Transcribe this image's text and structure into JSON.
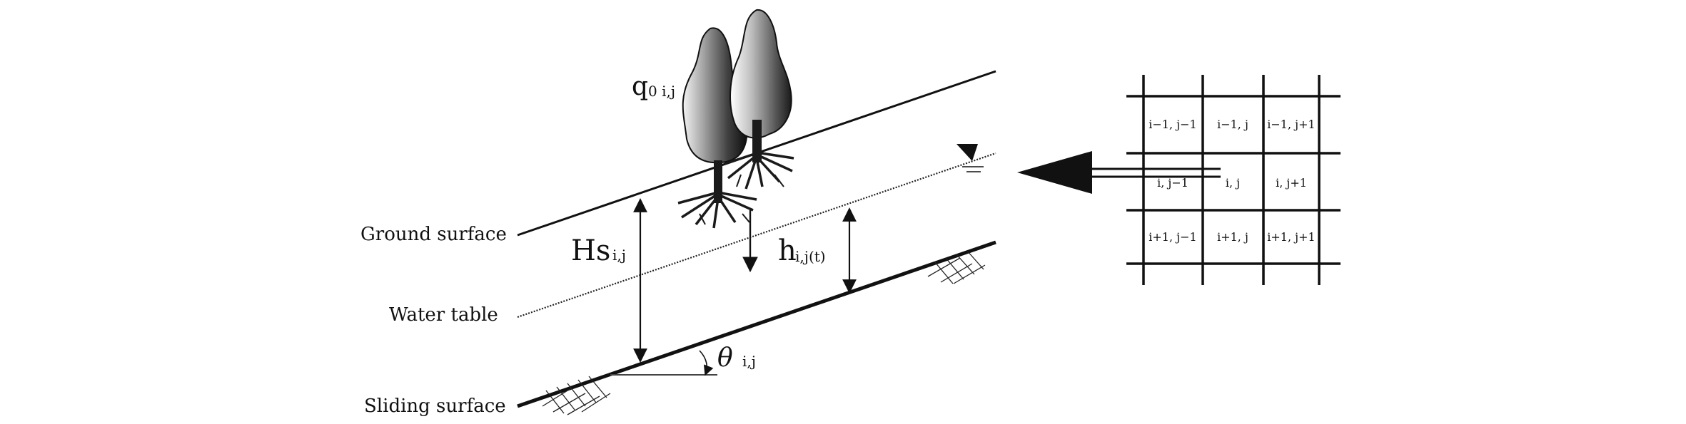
{
  "labels": {
    "ground_surface": "Ground surface",
    "water_table": "Water table",
    "sliding_surface": "Sliding surface",
    "q0_main": "q",
    "q0_sub": "0 i,j",
    "hs_main": "Hs",
    "hs_sub": "i,j",
    "h_main": "h",
    "h_sub": "i,j(t)",
    "theta_main": "θ",
    "theta_sub": "i,j"
  },
  "grid": {
    "rows": [
      [
        "i−1, j−1",
        "i−1, j",
        "i−1, j+1"
      ],
      [
        "i, j−1",
        "i, j",
        "i, j+1"
      ],
      [
        "i+1, j−1",
        "i+1, j",
        "i+1, j+1"
      ]
    ]
  }
}
